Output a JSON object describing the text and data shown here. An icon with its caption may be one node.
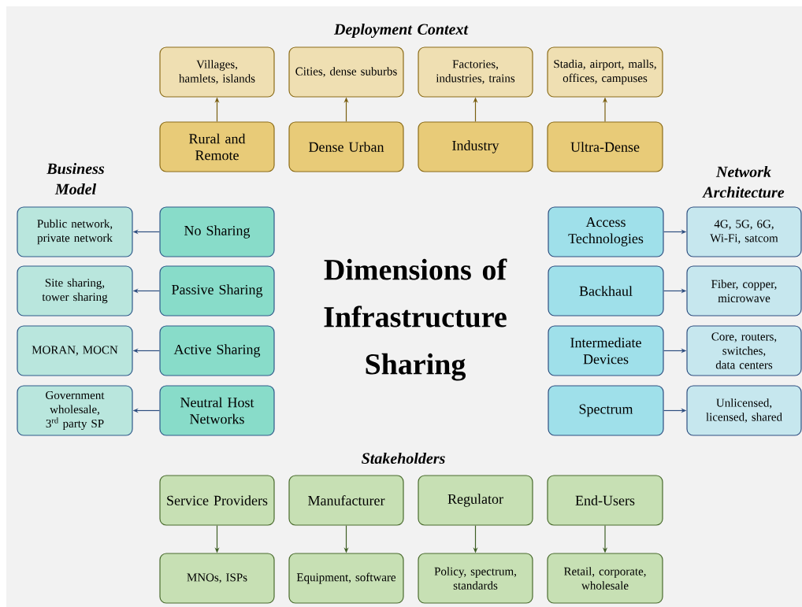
{
  "diagram": {
    "title": "Dimensions of Infrastructure Sharing",
    "nodes": [
      {
        "text": [
          "Villages, hamlets, islands"
        ]
      },
      {
        "text": [
          "Cities, dense suburbs"
        ]
      },
      {
        "text": [
          "Factories, industries, trains"
        ]
      },
      {
        "text": [
          "Stadia, airport, malls, offices, campuses"
        ]
      },
      {
        "text": [
          "Rural and Remote"
        ]
      },
      {
        "text": [
          "Dense Urban"
        ]
      },
      {
        "text": [
          "Industry"
        ]
      },
      {
        "text": [
          "Ultra-Dense"
        ]
      },
      {
        "text": [
          "Public network, private network"
        ]
      },
      {
        "text": [
          "No Sharing"
        ]
      },
      {
        "text": [
          "Access Technologies"
        ]
      },
      {
        "text": [
          "4G, 5G, 6G, Wi-Fi, satcom"
        ]
      },
      {
        "text": [
          "Site sharing, tower sharing"
        ]
      },
      {
        "text": [
          "Passive Sharing"
        ]
      },
      {
        "text": [
          "Backhaul"
        ]
      },
      {
        "text": [
          "Fiber, copper, microwave"
        ]
      },
      {
        "text": [
          "MORAN, MOCN"
        ]
      },
      {
        "text": [
          "Active Sharing"
        ]
      },
      {
        "text": [
          "Intermediate Devices"
        ]
      },
      {
        "text": [
          "Core, routers, switches, data centers"
        ]
      },
      {
        "text": [
          "Government wholesale, 3$^{rd}$ party SP"
        ]
      },
      {
        "text": [
          "Neutral Host Networks"
        ]
      },
      {
        "text": [
          "Spectrum"
        ]
      },
      {
        "text": [
          "Unlicensed, licensed, shared"
        ]
      },
      {
        "text": [
          "Service Providers"
        ]
      },
      {
        "text": [
          "Manufacturer"
        ]
      },
      {
        "text": [
          "Regulator"
        ]
      },
      {
        "text": [
          "End-Users"
        ]
      },
      {
        "text": [
          "MNOs, ISPs"
        ]
      },
      {
        "text": [
          "Equipment, software"
        ]
      },
      {
        "text": [
          "Policy, spectrum, standards"
        ]
      },
      {
        "text": [
          "Retail, corporate, wholesale"
        ]
      }
    ],
    "edges": [
      {
        "from": 4,
        "to": 0,
        "arrow": "to",
        "color": "#7a5f10"
      },
      {
        "from": 5,
        "to": 1,
        "arrow": "to",
        "color": "#7a5f10"
      },
      {
        "from": 6,
        "to": 2,
        "arrow": "to",
        "color": "#7a5f10"
      },
      {
        "from": 7,
        "to": 3,
        "arrow": "to",
        "color": "#7a5f10"
      },
      {
        "from": 9,
        "to": 8,
        "arrow": "to",
        "color": "#2f4f80"
      },
      {
        "from": 10,
        "to": 11,
        "arrow": "to",
        "color": "#2f4f80"
      },
      {
        "from": 13,
        "to": 12,
        "arrow": "to",
        "color": "#2f4f80"
      },
      {
        "from": 14,
        "to": 15,
        "arrow": "to",
        "color": "#2f4f80"
      },
      {
        "from": 17,
        "to": 16,
        "arrow": "to",
        "color": "#2f4f80"
      },
      {
        "from": 18,
        "to": 19,
        "arrow": "to",
        "color": "#2f4f80"
      },
      {
        "from": 21,
        "to": 20,
        "arrow": "to",
        "color": "#2f4f80"
      },
      {
        "from": 22,
        "to": 23,
        "arrow": "to",
        "color": "#2f4f80"
      },
      {
        "from": 24,
        "to": 28,
        "arrow": "to",
        "color": "#3f5f25"
      },
      {
        "from": 25,
        "to": 29,
        "arrow": "to",
        "color": "#3f5f25"
      },
      {
        "from": 26,
        "to": 30,
        "arrow": "to",
        "color": "#3f5f25"
      },
      {
        "from": 27,
        "to": 31,
        "arrow": "to",
        "color": "#3f5f25"
      }
    ],
    "labels": [
      "Deployment Context",
      "Business Model",
      "Network Architecture",
      "Stakeholders"
    ]
  }
}
